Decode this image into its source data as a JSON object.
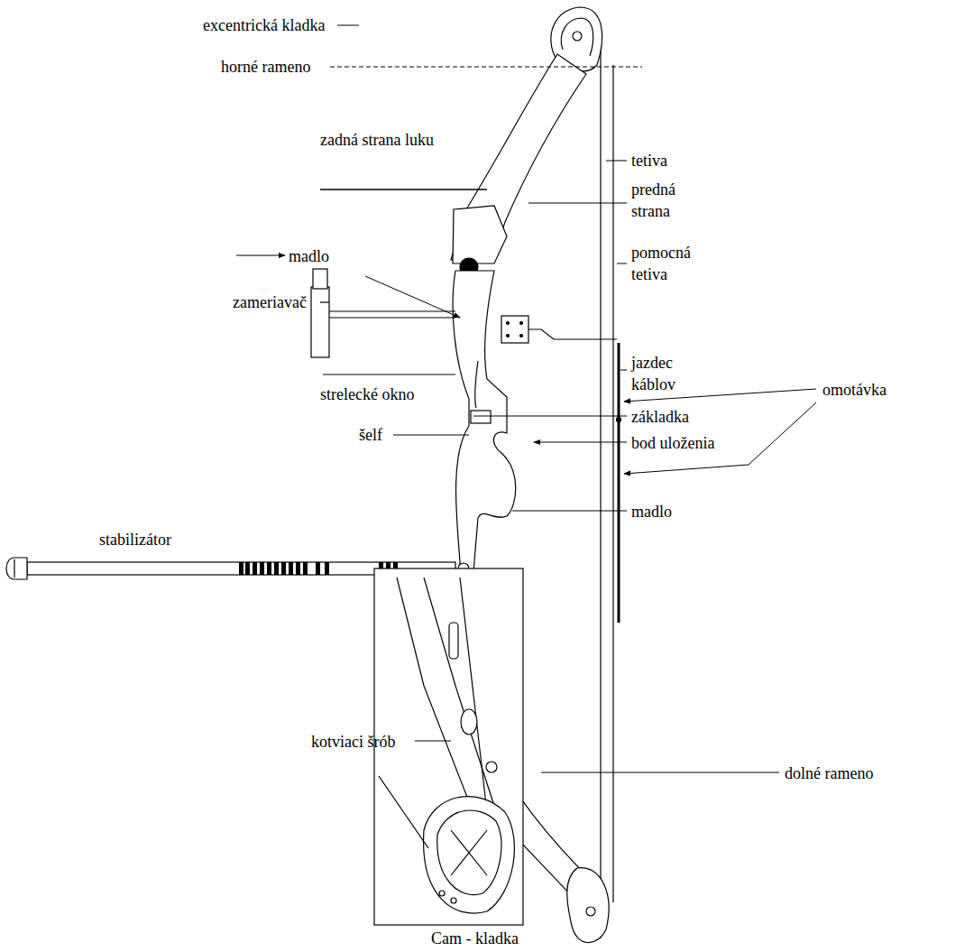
{
  "diagram": {
    "labels": [
      "excentrická kladka",
      "horné rameno",
      "tetiva",
      "zadná strana luku",
      "predná strana",
      "madlo",
      "pomocná tetiva",
      "zameriavač",
      "jazdec káblov",
      "omotávka",
      "strelecké okno",
      "základka",
      "šelf",
      "bod uloženia",
      "madlo",
      "stabilizátor",
      "kotviaci šrób",
      "dolné rameno",
      "Cam - kladka"
    ]
  }
}
